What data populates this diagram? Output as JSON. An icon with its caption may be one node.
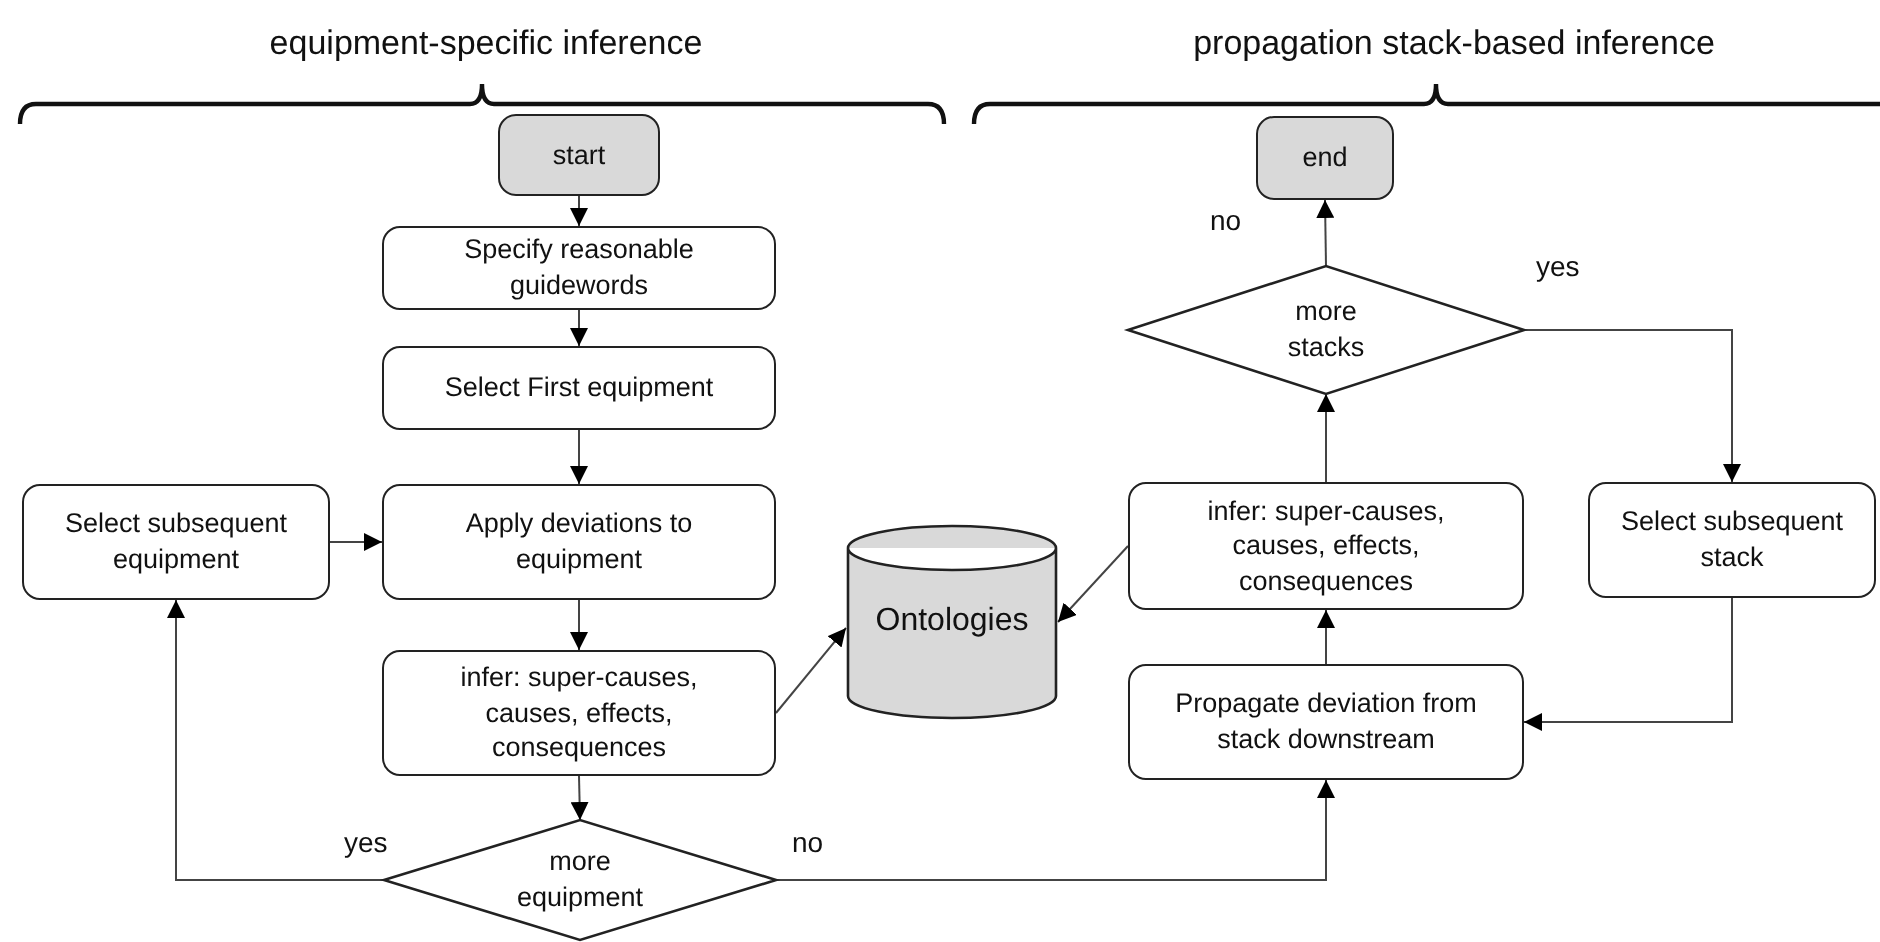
{
  "diagram": {
    "nodes": [
      {
        "text": [
          "start"
        ]
      },
      {
        "text": [
          "Specify reasonable guidewords"
        ]
      },
      {
        "text": [
          "Select First equipment"
        ]
      },
      {
        "text": [
          "Select subsequent equipment"
        ]
      },
      {
        "text": [
          "Apply deviations to equipment"
        ]
      },
      {
        "text": [
          "infer: super-causes, causes, effects, consequences"
        ]
      },
      {
        "text": [
          "more equipment"
        ]
      },
      {
        "text": [
          "Ontologies"
        ]
      },
      {
        "text": [
          "end"
        ]
      },
      {
        "text": [
          "more stacks"
        ]
      },
      {
        "text": [
          "infer: super-causes, causes, effects, consequences"
        ]
      },
      {
        "text": [
          "Select subsequent stack"
        ]
      },
      {
        "text": [
          "Propagate deviation from stack downstream"
        ]
      }
    ],
    "edges": [
      {
        "from": 0,
        "to": 1,
        "arrow": "to"
      },
      {
        "from": 1,
        "to": 2,
        "arrow": "to"
      },
      {
        "from": 2,
        "to": 4,
        "arrow": "to"
      },
      {
        "from": 3,
        "to": 4,
        "arrow": "to"
      },
      {
        "from": 4,
        "to": 5,
        "arrow": "to"
      },
      {
        "from": 5,
        "to": 7,
        "arrow": "to"
      },
      {
        "from": 5,
        "to": 6,
        "arrow": "to"
      },
      {
        "from": 6,
        "to": 3,
        "arrow": "to",
        "label": "yes"
      },
      {
        "from": 6,
        "to": 12,
        "arrow": "to",
        "label": "no"
      },
      {
        "from": 12,
        "to": 10,
        "arrow": "to"
      },
      {
        "from": 10,
        "to": 7,
        "arrow": "to"
      },
      {
        "from": 10,
        "to": 9,
        "arrow": "to"
      },
      {
        "from": 9,
        "to": 8,
        "arrow": "to",
        "label": "no"
      },
      {
        "from": 9,
        "to": 11,
        "arrow": "to",
        "label": "yes"
      },
      {
        "from": 11,
        "to": 12,
        "arrow": "to"
      }
    ],
    "labels": [
      "equipment-specific inference",
      "propagation stack-based inference"
    ]
  }
}
